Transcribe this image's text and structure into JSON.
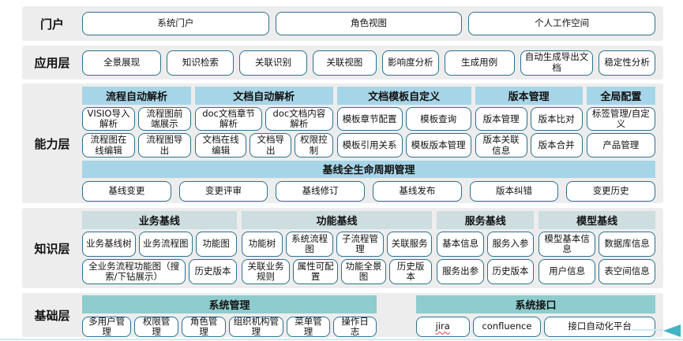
{
  "colors": {
    "band_bg": "#ededed",
    "button_border": "#2b7190",
    "header_light_blue": "#a7d5e8",
    "header_pale_cyan": "#cddde0",
    "header_teal": "#8ecccd",
    "bottom_line": "#cfe9f4",
    "arrow": "#42b4c4"
  },
  "layers": {
    "portal": {
      "label": "门户",
      "items": [
        "系统门户",
        "角色视图",
        "个人工作空间"
      ]
    },
    "application": {
      "label": "应用层",
      "items": [
        "全景展现",
        "知识检索",
        "关联识别",
        "关联视图",
        "影响度分析",
        "生成用例",
        "自动生成导出文档",
        "稳定性分析"
      ]
    },
    "capability": {
      "label": "能力层",
      "groups": [
        {
          "title": "流程自动解析",
          "rows": [
            [
              "VISIO导入解析",
              "流程图前端展示"
            ],
            [
              "流程图在线编辑",
              "流程图导出"
            ]
          ]
        },
        {
          "title": "文档自动解析",
          "rows": [
            [
              "doc文档章节解析",
              "doc文档内容解析"
            ],
            [
              "文档在线编辑",
              "文档导出",
              "权限控制"
            ]
          ]
        },
        {
          "title": "文档模板自定义",
          "rows": [
            [
              "模板章节配置",
              "模板查询"
            ],
            [
              "模板引用关系",
              "模板版本管理"
            ]
          ]
        },
        {
          "title": "版本管理",
          "rows": [
            [
              "版本管理",
              "版本比对"
            ],
            [
              "版本关联信息",
              "版本合并"
            ]
          ]
        },
        {
          "title": "全局配置",
          "rows": [
            [
              "标签管理/自定义"
            ],
            [
              "产品管理"
            ]
          ]
        }
      ],
      "baseline": {
        "title": "基线全生命周期管理",
        "items": [
          "基线变更",
          "变更评审",
          "基线修订",
          "基线发布",
          "版本纠错",
          "变更历史"
        ]
      }
    },
    "knowledge": {
      "label": "知识层",
      "groups": [
        {
          "title": "业务基线",
          "rows": [
            [
              "业务基线树",
              "业务流程图",
              "功能图"
            ],
            [
              "全业务流程功能图（搜索/下钻展示）",
              "历史版本"
            ]
          ]
        },
        {
          "title": "功能基线",
          "rows": [
            [
              "功能树",
              "系统流程图",
              "子流程管理",
              "关联服务"
            ],
            [
              "关联业务规则",
              "属性可配置",
              "功能全景图",
              "历史版本"
            ]
          ]
        },
        {
          "title": "服务基线",
          "rows": [
            [
              "基本信息",
              "服务入参"
            ],
            [
              "服务出参",
              "历史版本"
            ]
          ]
        },
        {
          "title": "模型基线",
          "rows": [
            [
              "模型基本信息",
              "数据库信息"
            ],
            [
              "用户信息",
              "表空间信息"
            ]
          ]
        }
      ]
    },
    "foundation": {
      "label": "基础层",
      "groups": [
        {
          "title": "系统管理",
          "items": [
            "多用户管理",
            "权限管理",
            "角色管理",
            "组织机构管理",
            "菜单管理",
            "操作日志"
          ]
        },
        {
          "title": "系统接口",
          "items": [
            "jira",
            "confluence",
            "接口自动化平台"
          ]
        }
      ]
    }
  }
}
